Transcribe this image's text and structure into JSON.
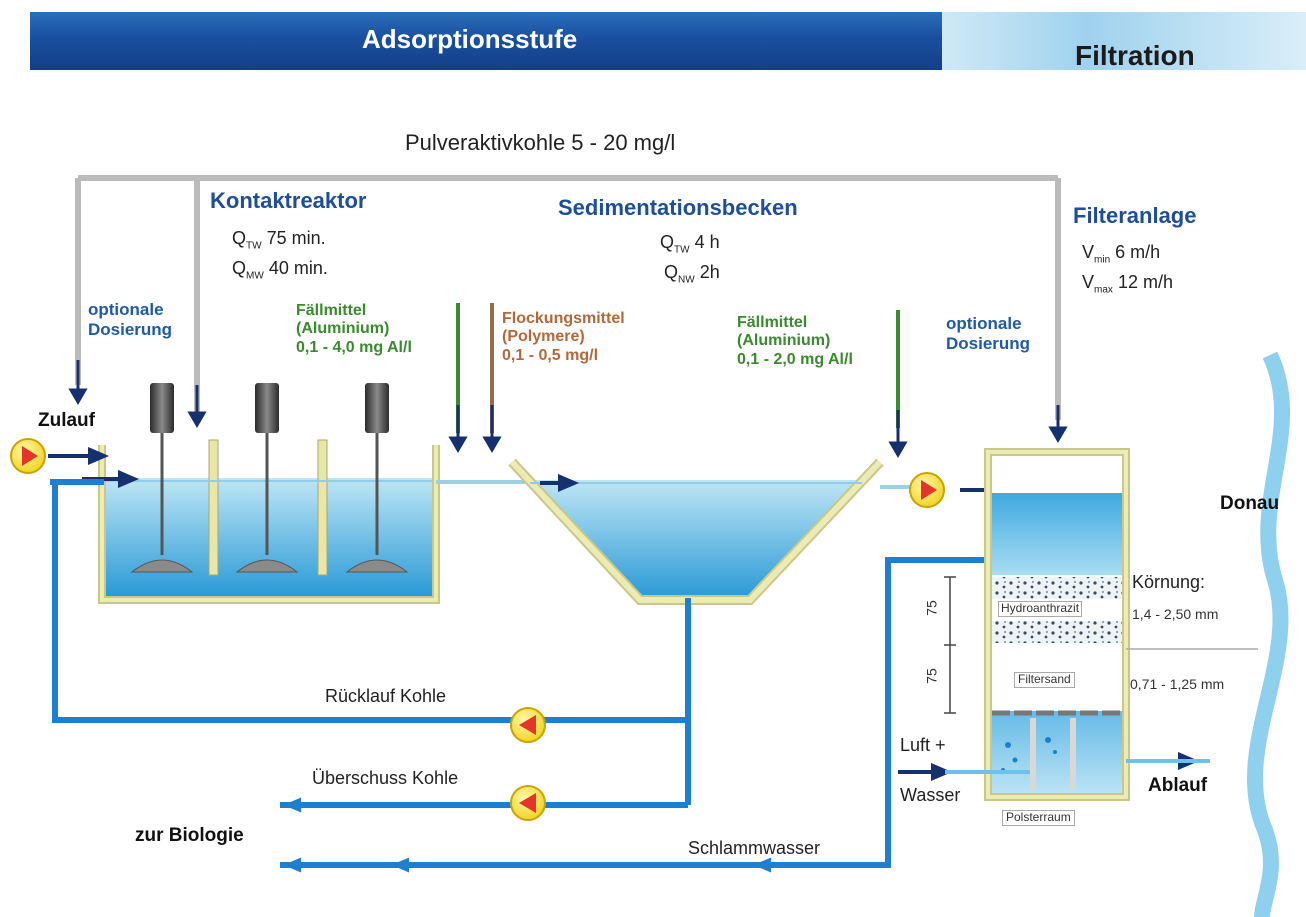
{
  "header": {
    "left_title": "Adsorptionsstufe",
    "right_title": "Filtration"
  },
  "dosing_line": "Pulveraktivkohle 5 - 20 mg/l",
  "contact_reactor": {
    "title": "Kontaktreaktor",
    "q_tw_label": "Q",
    "q_tw_sub": "TW",
    "q_tw_value": "75 min.",
    "q_mw_label": "Q",
    "q_mw_sub": "MW",
    "q_mw_value": "40 min."
  },
  "sedimentation": {
    "title": "Sedimentationsbecken",
    "q_tw_label": "Q",
    "q_tw_sub": "TW",
    "q_tw_value": "4 h",
    "q_nw_label": "Q",
    "q_nw_sub": "NW",
    "q_nw_value": "2h"
  },
  "filter_plant": {
    "title": "Filteranlage",
    "vmin_label": "V",
    "vmin_sub": "min",
    "vmin_value": "6 m/h",
    "vmax_label": "V",
    "vmax_sub": "max",
    "vmax_value": "12 m/h"
  },
  "optional_dosing_left": [
    "optionale",
    "Dosierung"
  ],
  "optional_dosing_right": [
    "optionale",
    "Dosierung"
  ],
  "precipitant_1": [
    "Fällmittel",
    "(Aluminium)",
    "0,1 - 4,0 mg Al/l"
  ],
  "flocculant": [
    "Flockungsmittel",
    "(Polymere)",
    "0,1 - 0,5 mg/l"
  ],
  "precipitant_2": [
    "Fällmittel",
    "(Aluminium)",
    "0,1 - 2,0 mg Al/l"
  ],
  "labels": {
    "inflow": "Zulauf",
    "return_carbon": "Rücklauf Kohle",
    "excess_carbon": "Überschuss Kohle",
    "to_biology": "zur Biologie",
    "sludge_water": "Schlammwasser",
    "air_water_1": "Luft +",
    "air_water_2": "Wasser",
    "outflow": "Ablauf",
    "river": "Donau",
    "grain_size": "Körnung:",
    "grain_1": "1,4 - 2,50 mm",
    "grain_2": "0,71 - 1,25 mm",
    "hydroanthrazit": "Hydroanthrazit",
    "filtersand": "Filtersand",
    "polsterraum": "Polsterraum",
    "dim_1": "75",
    "dim_2": "75"
  },
  "colors": {
    "header_blue": "#1a4fa0",
    "water_light": "#bfe6f6",
    "water_dark": "#2a9ad6",
    "pipe_blue": "#1e7fd0",
    "tank_wall": "#e8e6a8",
    "arrow_navy": "#16306e",
    "pump_yellow": "#f7e34a",
    "pump_red": "#e5352b"
  }
}
